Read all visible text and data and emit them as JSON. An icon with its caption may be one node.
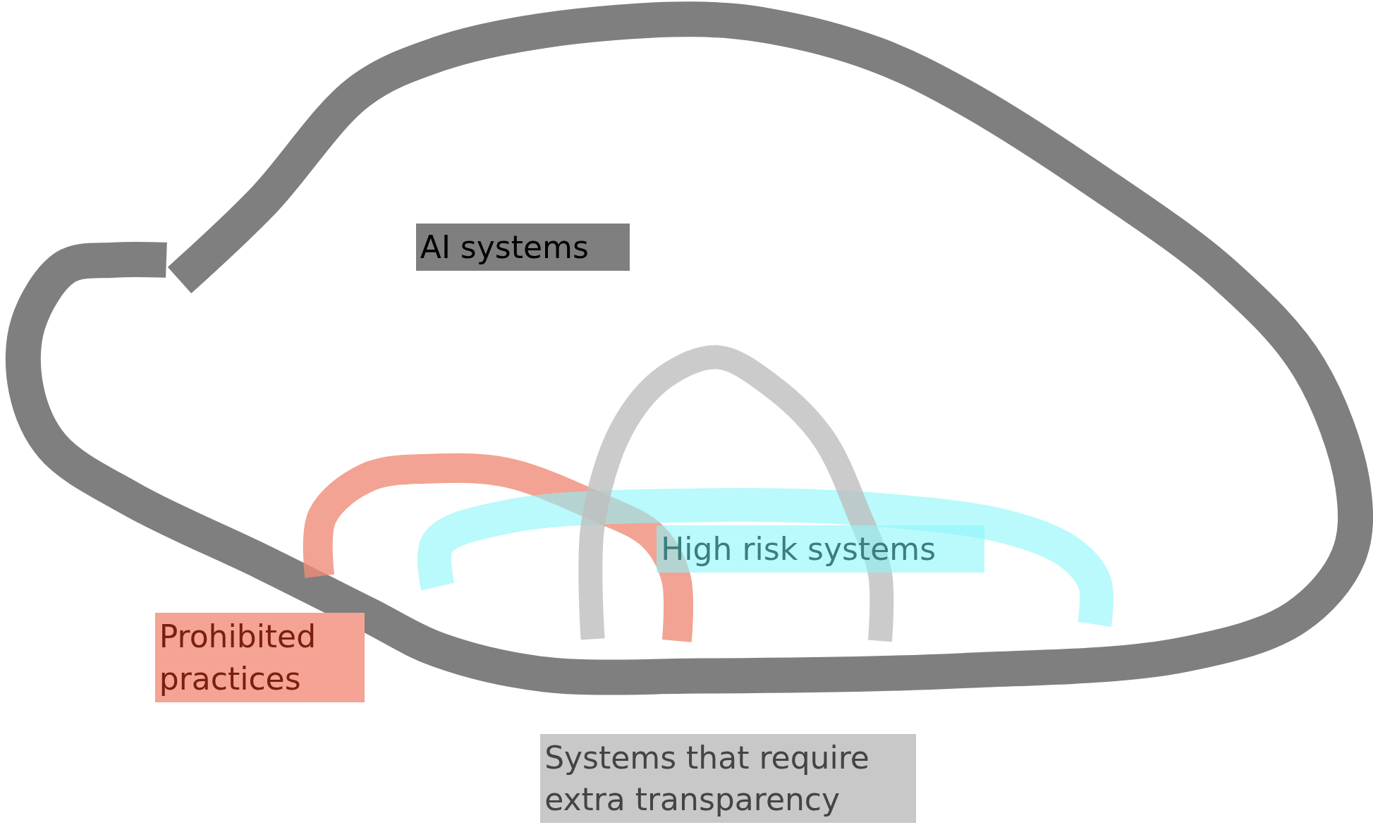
{
  "diagram": {
    "nodes": [
      {
        "text": [
          "AI systems"
        ]
      },
      {
        "text": [
          "Prohibited practices"
        ]
      },
      {
        "text": [
          "High risk systems"
        ]
      },
      {
        "text": [
          "Systems that require extra transparency"
        ]
      }
    ]
  }
}
